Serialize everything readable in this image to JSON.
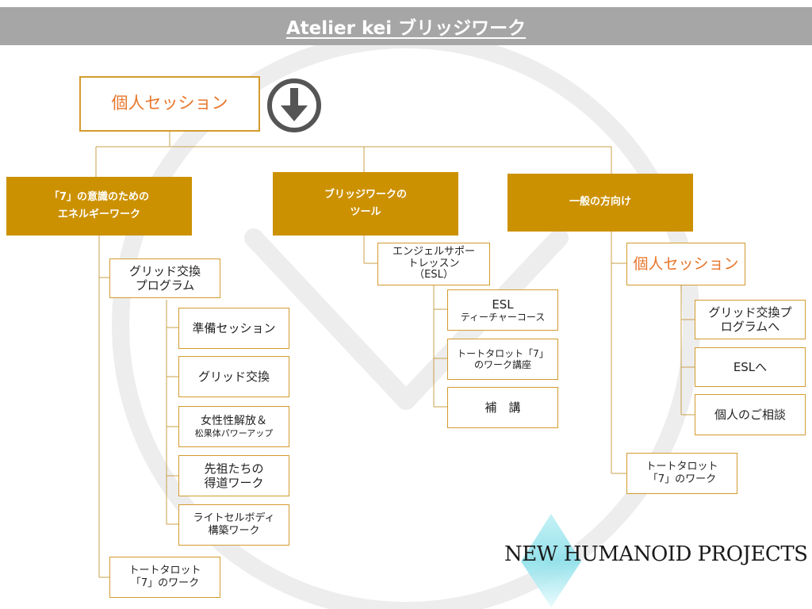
{
  "header": {
    "title": "Atelier kei ブリッジワーク"
  },
  "top": {
    "title": "個人セッション"
  },
  "categories": [
    {
      "lines": [
        "「7」の意識のための",
        "エネルギーワーク"
      ]
    },
    {
      "lines": [
        "ブリッジワークの",
        "ツール"
      ]
    },
    {
      "lines": [
        "一般の方向け"
      ]
    }
  ],
  "left": {
    "program": [
      "グリッド交換",
      "プログラム"
    ],
    "steps": [
      {
        "lines": [
          "準備セッション"
        ]
      },
      {
        "lines": [
          "グリッド交換"
        ]
      },
      {
        "lines": [
          "女性性解放＆",
          "松果体パワーアップ"
        ]
      },
      {
        "lines": [
          "先祖たちの",
          "得道ワーク"
        ]
      },
      {
        "lines": [
          "ライトセルボディ",
          "構築ワーク"
        ]
      }
    ],
    "tarot": [
      "トートタロット",
      "「7」のワーク"
    ]
  },
  "middle": {
    "esl_lesson": [
      "エンジェルサポー",
      "トレッスン",
      "（ESL）"
    ],
    "items": [
      {
        "lines": [
          "ESL",
          "ティーチャーコース"
        ]
      },
      {
        "lines": [
          "トートタロット「7」",
          "のワーク講座"
        ]
      },
      {
        "lines": [
          "補　講"
        ]
      }
    ]
  },
  "right": {
    "session": "個人セッション",
    "items": [
      {
        "lines": [
          "グリッド交換プ",
          "ログラムへ"
        ]
      },
      {
        "lines": [
          "ESLへ"
        ]
      },
      {
        "lines": [
          "個人のご相談"
        ]
      }
    ],
    "tarot": [
      "トートタロット",
      "「7」のワーク"
    ]
  },
  "logo": {
    "text": "NEW HUMANOID PROJECTS"
  },
  "colors": {
    "gold": "#cc9100",
    "border": "#d39b2e",
    "orange": "#e8762b",
    "header": "#a6a6a6",
    "connector": "#c9a04a"
  },
  "icons": {
    "down": "circle-arrow-down-icon",
    "watermark": "circle-v-watermark",
    "logo_mark": "diamond-logo-icon"
  }
}
